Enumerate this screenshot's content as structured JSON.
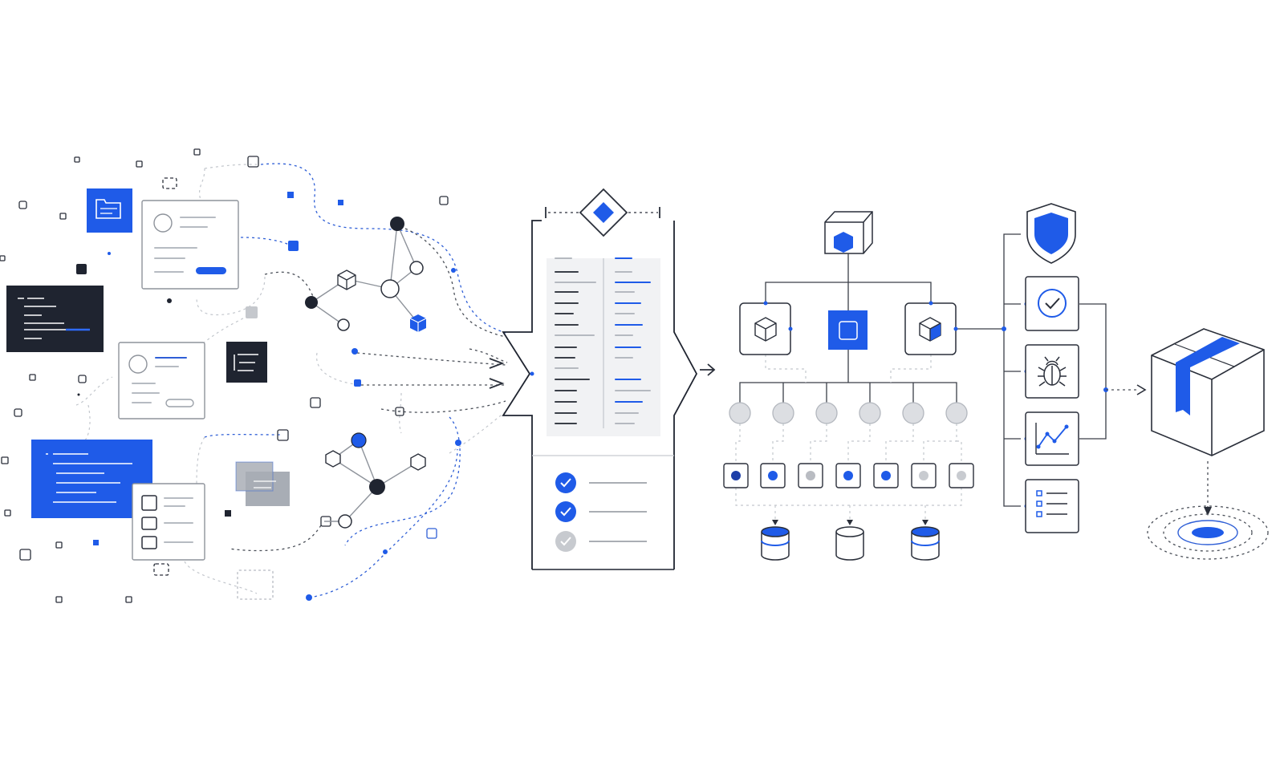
{
  "colors": {
    "accent": "#1f5be8",
    "dark": "#1f2430",
    "muted": "#c9ccd1",
    "background": "#ffffff"
  },
  "stages": [
    "scattered-inputs",
    "review-gate",
    "processing-hierarchy",
    "checks",
    "package-output"
  ],
  "checklist": {
    "checked_items": 2,
    "pending_items": 1
  },
  "hierarchy": {
    "top_nodes": 3,
    "circle_nodes": 6,
    "dot_nodes": 7,
    "databases": 3
  },
  "checks_icons": [
    "shield-icon",
    "checkmark-icon",
    "bug-icon",
    "line-chart-icon",
    "checklist-icon"
  ],
  "output_icons": [
    "package-box-icon",
    "target-rings-icon"
  ]
}
